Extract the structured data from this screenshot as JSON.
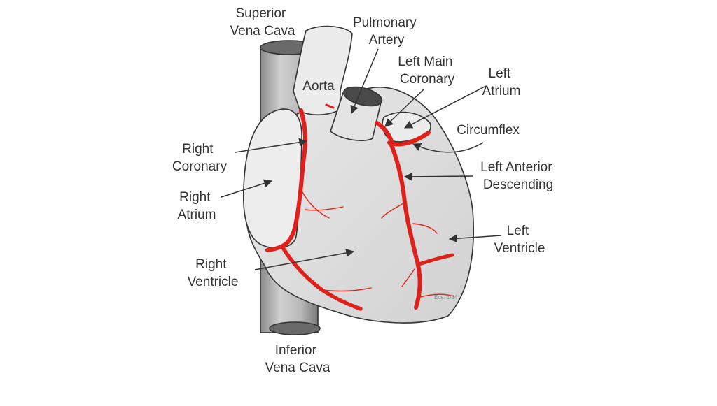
{
  "colors": {
    "background": "#ffffff",
    "heart_fill": "#dcdcdc",
    "heart_fill_light": "#eeeeee",
    "outline": "#333333",
    "artery": "#e0211b",
    "text": "#333333"
  },
  "labels": {
    "superior_vena_cava": [
      "Superior",
      "Vena Cava"
    ],
    "pulmonary_artery": [
      "Pulmonary",
      "Artery"
    ],
    "left_main_coronary": [
      "Left Main",
      "Coronary"
    ],
    "left_atrium": [
      "Left",
      "Atrium"
    ],
    "aorta": [
      "Aorta"
    ],
    "circumflex": [
      "Circumflex"
    ],
    "right_coronary": [
      "Right",
      "Coronary"
    ],
    "left_anterior_descending": [
      "Left Anterior",
      "Descending"
    ],
    "right_atrium": [
      "Right",
      "Atrium"
    ],
    "left_ventricle": [
      "Left",
      "Ventricle"
    ],
    "right_ventricle": [
      "Right",
      "Ventricle"
    ],
    "inferior_vena_cava": [
      "Inferior",
      "Vena Cava"
    ]
  },
  "signature": "Ecs. 1/94"
}
